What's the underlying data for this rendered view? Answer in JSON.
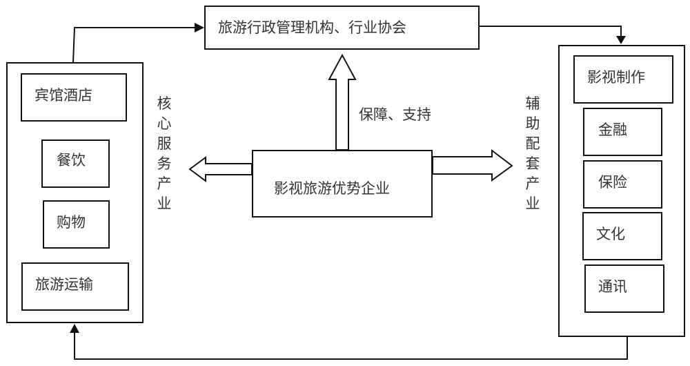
{
  "top_box": {
    "label": "旅游行政管理机构、行业协会"
  },
  "center_box": {
    "label": "影视旅游优势企业"
  },
  "support_label": "保障、支持",
  "left_group": {
    "side_label": "核心服务产业",
    "items": [
      {
        "label": "宾馆酒店"
      },
      {
        "label": "餐饮"
      },
      {
        "label": "购物"
      },
      {
        "label": "旅游运输"
      }
    ]
  },
  "right_group": {
    "side_label": "辅助配套产业",
    "items": [
      {
        "label": "影视制作"
      },
      {
        "label": "金融"
      },
      {
        "label": "保险"
      },
      {
        "label": "文化"
      },
      {
        "label": "通讯"
      }
    ]
  }
}
